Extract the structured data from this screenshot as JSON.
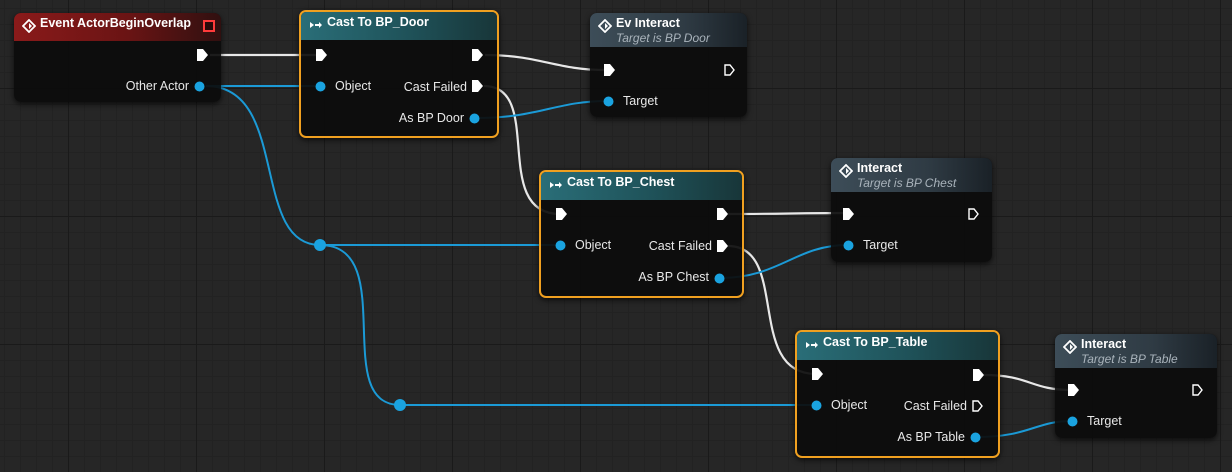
{
  "colors": {
    "object_wire": "#1b9ad6",
    "exec_wire": "#e8e8e8",
    "selected_border": "#f0a020",
    "event_header": "#8a1a1a",
    "cast_header": "#2a6e78",
    "function_header": "#3d4d58"
  },
  "nodes": {
    "event": {
      "title": "Event ActorBeginOverlap",
      "icon": "event-diamond-icon",
      "pins": {
        "other_actor": "Other Actor"
      }
    },
    "cast_door": {
      "title": "Cast To BP_Door",
      "icon": "cast-arrows-icon",
      "pins": {
        "object": "Object",
        "cast_failed": "Cast Failed",
        "as_output": "As BP Door"
      }
    },
    "interact_door": {
      "title": "Ev Interact",
      "subtitle": "Target is BP Door",
      "icon": "function-icon",
      "pins": {
        "target": "Target"
      }
    },
    "cast_chest": {
      "title": "Cast To BP_Chest",
      "icon": "cast-arrows-icon",
      "pins": {
        "object": "Object",
        "cast_failed": "Cast Failed",
        "as_output": "As BP Chest"
      }
    },
    "interact_chest": {
      "title": "Interact",
      "subtitle": "Target is BP Chest",
      "icon": "function-icon",
      "pins": {
        "target": "Target"
      }
    },
    "cast_table": {
      "title": "Cast To BP_Table",
      "icon": "cast-arrows-icon",
      "pins": {
        "object": "Object",
        "cast_failed": "Cast Failed",
        "as_output": "As BP Table"
      }
    },
    "interact_table": {
      "title": "Interact",
      "subtitle": "Target is BP Table",
      "icon": "function-icon",
      "pins": {
        "target": "Target"
      }
    }
  }
}
